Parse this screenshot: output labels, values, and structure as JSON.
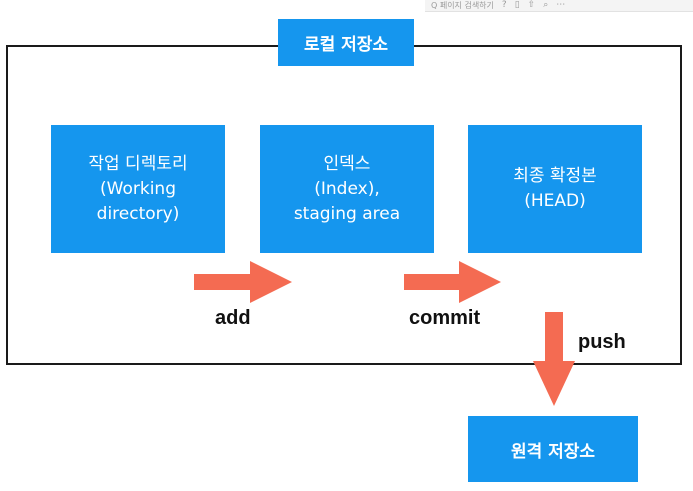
{
  "toolbar": {
    "search_text": "Q 페이지 검색하기",
    "icons": [
      "help-icon",
      "bookmark-icon",
      "share-icon",
      "search-icon",
      "more-icon"
    ]
  },
  "colors": {
    "box_fill": "#1596ee",
    "box_text": "#ffffff",
    "arrow": "#f46b52",
    "frame_border": "#1a1a1a",
    "command_text": "#111111"
  },
  "diagram": {
    "local_repo_label": "로컬 저장소",
    "remote_repo_label": "원격 저장소",
    "stages": [
      {
        "line1": "작업 디렉토리",
        "line2": "(Working",
        "line3": "directory)"
      },
      {
        "line1": "인덱스",
        "line2": "(Index),",
        "line3": "staging area"
      },
      {
        "line1": "최종 확정본",
        "line2": "(HEAD)",
        "line3": ""
      }
    ],
    "commands": {
      "add": "add",
      "commit": "commit",
      "push": "push"
    }
  }
}
